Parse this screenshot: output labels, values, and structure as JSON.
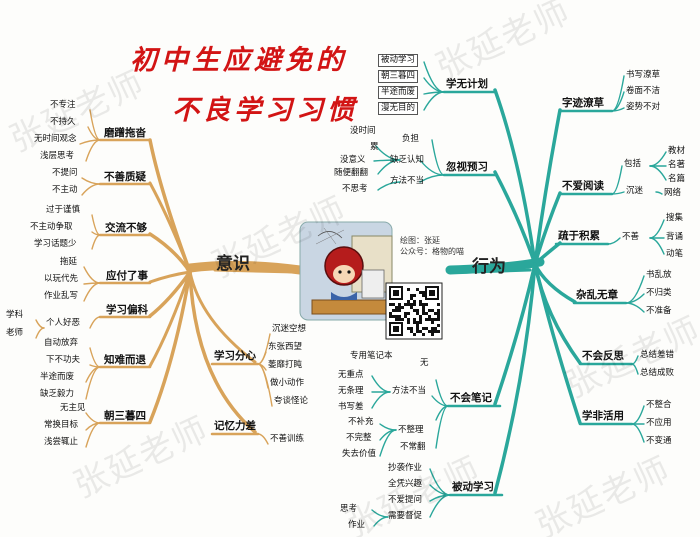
{
  "title": {
    "line1": "初中生应避免的",
    "line2": "不良学习习惯"
  },
  "watermark": "张延老师",
  "left": {
    "root": "意识",
    "color": "#d8a35a",
    "branches": [
      {
        "label": "磨蹭拖沓",
        "leaves": [
          "不专注",
          "不持久",
          "无时间观念",
          "浅层思考"
        ]
      },
      {
        "label": "不善质疑",
        "leaves": [
          "不提问",
          "不主动"
        ]
      },
      {
        "label": "交流不够",
        "leaves": [
          "过于谨慎",
          "不主动争取",
          "学习话题少"
        ]
      },
      {
        "label": "应付了事",
        "leaves": [
          "拖延",
          "以玩代先",
          "作业乱写"
        ]
      },
      {
        "label": "学习偏科",
        "leaves": [
          "个人好恶",
          "学科",
          "老师"
        ]
      },
      {
        "label": "知难而退",
        "leaves": [
          "自动放弃",
          "下不功夫",
          "半途而废",
          "缺乏毅力"
        ]
      },
      {
        "label": "朝三暮四",
        "leaves": [
          "无主见",
          "常换目标",
          "浅尝辄止"
        ]
      },
      {
        "label": "学习分心",
        "leaves": [
          "沉迷空想",
          "东张西望",
          "萎靡打盹",
          "做小动作",
          "夸谈怪论"
        ]
      },
      {
        "label": "记忆力差",
        "leaves": [
          "不善训练"
        ]
      }
    ]
  },
  "right": {
    "root": "行为",
    "color": "#2aa79b",
    "branches": [
      {
        "label": "学无计划",
        "leaves": [
          "被动学习",
          "朝三暮四",
          "半途而废",
          "漫无目的"
        ]
      },
      {
        "label": "忽视预习",
        "leaves": [
          "没时间",
          "负担",
          "累",
          "缺乏认知",
          "没意义",
          "随便翻翻",
          "方法不当",
          "不思考"
        ]
      },
      {
        "label": "字迹潦草",
        "leaves": [
          "书写潦草",
          "卷面不洁",
          "姿势不对"
        ]
      },
      {
        "label": "不爱阅读",
        "leaves": [
          "教材",
          "包括",
          "名著",
          "名篇",
          "沉迷",
          "网络"
        ]
      },
      {
        "label": "疏于积累",
        "leaves": [
          "搜集",
          "不善",
          "背诵",
          "动笔"
        ]
      },
      {
        "label": "杂乱无章",
        "leaves": [
          "书乱放",
          "不归类",
          "不准备"
        ]
      },
      {
        "label": "不会反思",
        "leaves": [
          "总结差错",
          "总结成败"
        ]
      },
      {
        "label": "学非活用",
        "leaves": [
          "不整合",
          "不应用",
          "不变通"
        ]
      },
      {
        "label": "不会笔记",
        "leaves": [
          "专用笔记本",
          "无",
          "无重点",
          "无条理",
          "方法不当",
          "书写差",
          "不补充",
          "不整理",
          "不完整",
          "失去价值",
          "不常翻"
        ]
      },
      {
        "label": "被动学习",
        "leaves": [
          "抄袭作业",
          "全凭兴趣",
          "不爱提问",
          "需要督促",
          "思考",
          "作业"
        ]
      }
    ]
  },
  "credit": {
    "line1": "绘图：张延",
    "line2": "公众号：格物的喵"
  }
}
